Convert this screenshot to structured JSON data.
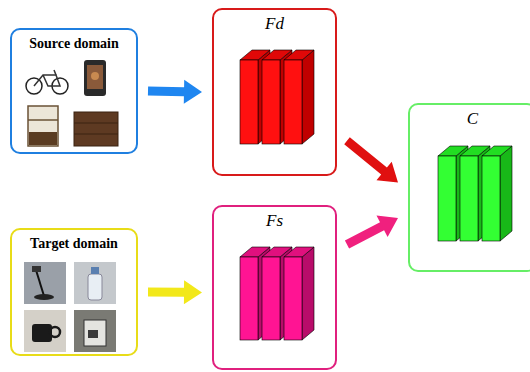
{
  "diagram": {
    "nodes": [
      {
        "text": [
          "Source domain"
        ]
      },
      {
        "text": [
          "Target domain"
        ]
      },
      {
        "text": [
          "Fd"
        ]
      },
      {
        "text": [
          "Fs"
        ]
      },
      {
        "text": [
          "C"
        ]
      }
    ],
    "edges": [
      {
        "from": 0,
        "to": 2,
        "arrow": "to"
      },
      {
        "from": 1,
        "to": 3,
        "arrow": "to"
      },
      {
        "from": 2,
        "to": 4,
        "arrow": "to"
      },
      {
        "from": 3,
        "to": 4,
        "arrow": "to"
      }
    ]
  }
}
